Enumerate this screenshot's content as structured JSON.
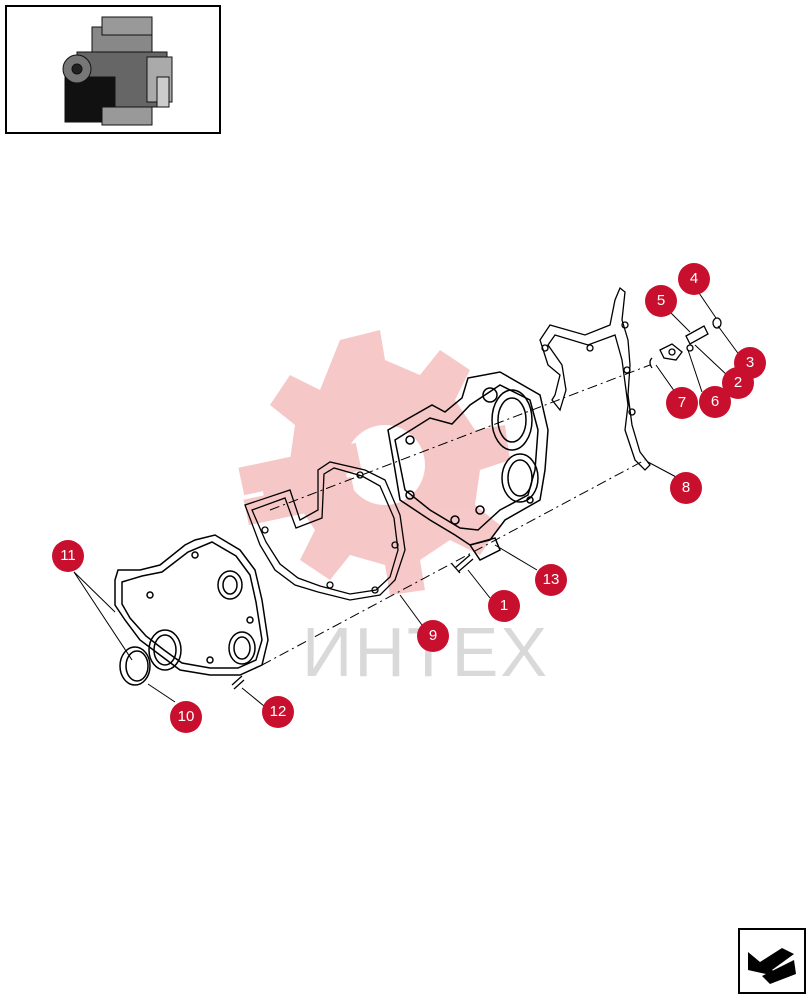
{
  "watermark": {
    "text": "ИНТЕХ"
  },
  "colors": {
    "callout": "#c8102e",
    "watermark_gear": "#f4b5b5",
    "line": "#000000"
  },
  "callouts": [
    {
      "label": "1"
    },
    {
      "label": "2"
    },
    {
      "label": "3"
    },
    {
      "label": "4"
    },
    {
      "label": "5"
    },
    {
      "label": "6"
    },
    {
      "label": "7"
    },
    {
      "label": "8"
    },
    {
      "label": "9"
    },
    {
      "label": "10"
    },
    {
      "label": "11"
    },
    {
      "label": "12"
    },
    {
      "label": "13"
    }
  ],
  "navigation": {
    "icon": "arrow-back-icon"
  }
}
